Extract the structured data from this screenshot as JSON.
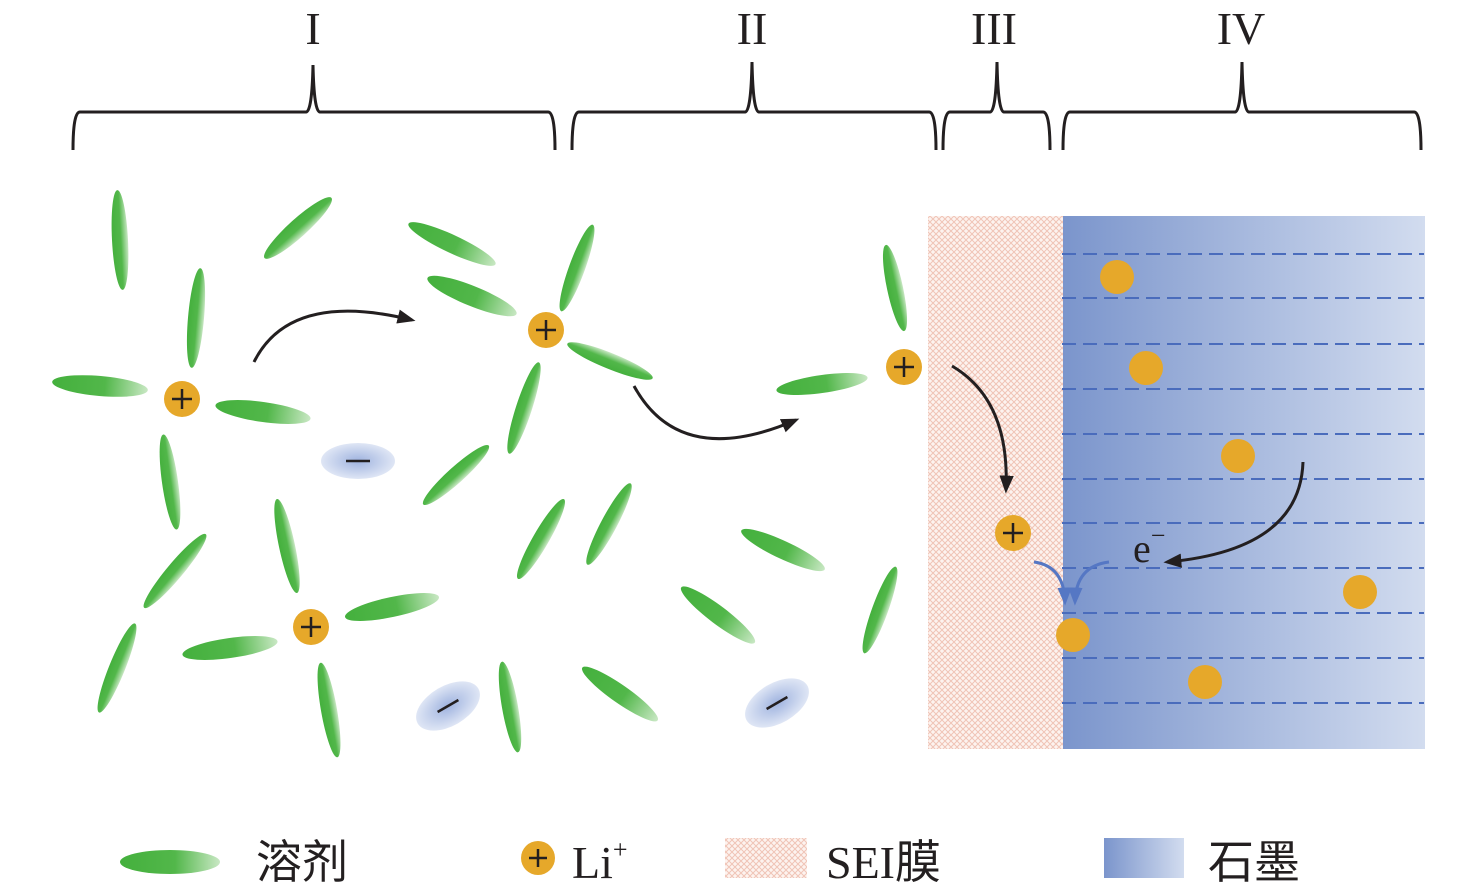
{
  "regions": [
    {
      "id": "I",
      "label": "I"
    },
    {
      "id": "II",
      "label": "II"
    },
    {
      "id": "III",
      "label": "III"
    },
    {
      "id": "IV",
      "label": "IV"
    }
  ],
  "electron_label": "e",
  "electron_sup": "−",
  "legend": {
    "solvent": {
      "label": "溶剂",
      "icon": "solvent-ellipse-icon"
    },
    "li_ion": {
      "label": "Li",
      "sup": "+",
      "icon": "li-ion-icon"
    },
    "sei": {
      "label": "SEI膜",
      "icon": "sei-film-swatch"
    },
    "graphite": {
      "label": "石墨",
      "icon": "graphite-swatch"
    }
  },
  "colors": {
    "solvent": "#4cb445",
    "li_ion": "#e6a82a",
    "anion": "#a9bde3",
    "sei": "#f6d6cc",
    "graphite_dark": "#7b95cc",
    "graphite_light": "#d2dcef",
    "graphite_dash": "#4a6cbc",
    "arrow": "#231f20",
    "blue_arrow": "#5577c4"
  }
}
